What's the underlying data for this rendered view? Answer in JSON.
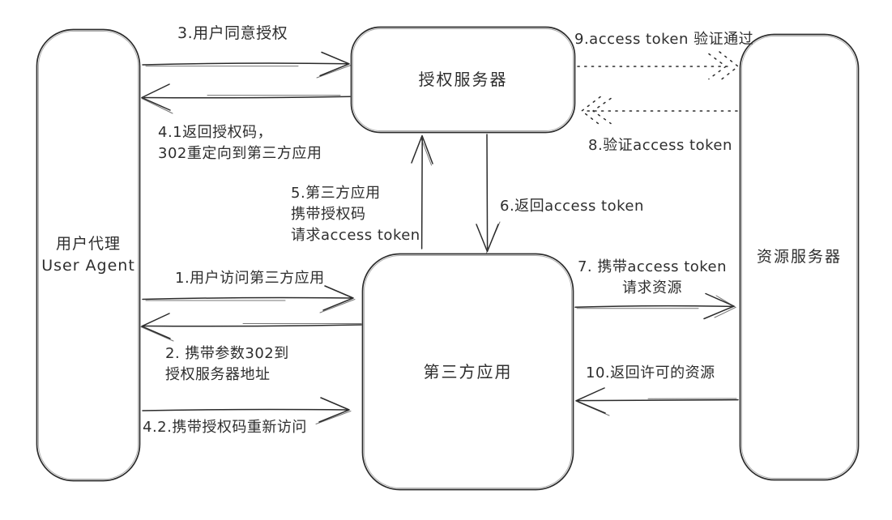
{
  "nodes": {
    "user_agent": {
      "label": "用户代理\nUser Agent"
    },
    "auth_server": {
      "label": "授权服务器"
    },
    "third_party_app": {
      "label": "第三方应用"
    },
    "resource_server": {
      "label": "资源服务器"
    }
  },
  "edges": {
    "step1": {
      "label": "1.用户访问第三方应用",
      "from": "user_agent",
      "to": "third_party_app",
      "style": "solid"
    },
    "step2": {
      "label": "2. 携带参数302到\n授权服务器地址",
      "from": "third_party_app",
      "to": "user_agent",
      "style": "solid"
    },
    "step3": {
      "label": "3.用户同意授权",
      "from": "user_agent",
      "to": "auth_server",
      "style": "solid"
    },
    "step4_1": {
      "label": "4.1返回授权码，\n302重定向到第三方应用",
      "from": "auth_server",
      "to": "user_agent",
      "style": "solid"
    },
    "step4_2": {
      "label": "4.2.携带授权码重新访问",
      "from": "user_agent",
      "to": "third_party_app",
      "style": "solid"
    },
    "step5": {
      "label": "5.第三方应用\n携带授权码\n请求access token",
      "from": "third_party_app",
      "to": "auth_server",
      "style": "solid"
    },
    "step6": {
      "label": "6.返回access token",
      "from": "auth_server",
      "to": "third_party_app",
      "style": "solid"
    },
    "step7": {
      "label": "7. 携带access token\n请求资源",
      "from": "third_party_app",
      "to": "resource_server",
      "style": "solid"
    },
    "step8": {
      "label": "8.验证access token",
      "from": "resource_server",
      "to": "auth_server",
      "style": "dotted"
    },
    "step9": {
      "label": "9.access token 验证通过",
      "from": "auth_server",
      "to": "resource_server",
      "style": "dotted"
    },
    "step10": {
      "label": "10.返回许可的资源",
      "from": "resource_server",
      "to": "third_party_app",
      "style": "solid"
    }
  },
  "colors": {
    "stroke": "#2b2b2b",
    "background": "#ffffff",
    "text": "#2e2e2e"
  }
}
